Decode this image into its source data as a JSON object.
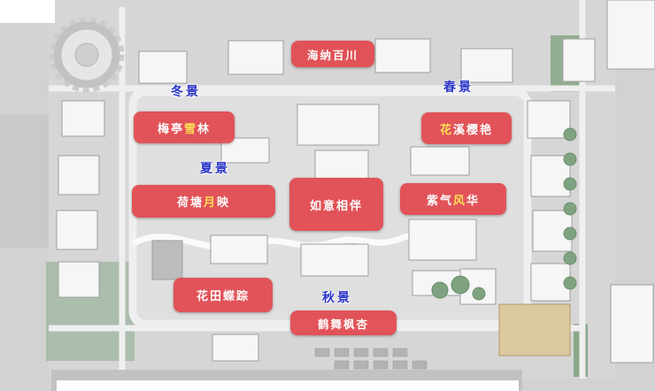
{
  "colors": {
    "zone_bg": "#e2494f",
    "zone_text": "#ffffff",
    "zone_highlight": "#ffdf4d",
    "season_text": "#2b35c8"
  },
  "zones": [
    {
      "name": "hainabaichuan",
      "pre": "海纳百川",
      "hl": "",
      "post": ""
    },
    {
      "name": "meitingxuelin",
      "pre": "梅亭",
      "hl": "雪",
      "post": "林"
    },
    {
      "name": "huaxiyingyan",
      "pre": "",
      "hl": "花",
      "post": "溪樱艳"
    },
    {
      "name": "hetangyueying",
      "pre": "荷塘",
      "hl": "月",
      "post": "映"
    },
    {
      "name": "ruyixiangban",
      "pre": "如意相伴",
      "hl": "",
      "post": ""
    },
    {
      "name": "ziqifenghua",
      "pre": "紫气",
      "hl": "风",
      "post": "华"
    },
    {
      "name": "huatiandiezong",
      "pre": "花田蝶踪",
      "hl": "",
      "post": ""
    },
    {
      "name": "hewufengxing",
      "pre": "鹤舞枫杏",
      "hl": "",
      "post": ""
    }
  ],
  "seasons": [
    {
      "name": "winter",
      "label": "冬景"
    },
    {
      "name": "spring",
      "label": "春景"
    },
    {
      "name": "summer",
      "label": "夏景"
    },
    {
      "name": "autumn",
      "label": "秋景"
    }
  ]
}
